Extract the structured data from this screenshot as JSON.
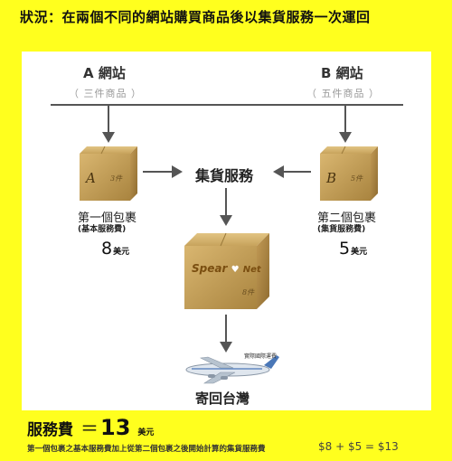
{
  "headline": "狀況：在兩個不同的網站購買商品後以集貨服務一次運回",
  "site_a": {
    "name": "A 網站",
    "sub": "（ 三件商品 ）",
    "box_letter": "A",
    "box_count": "3件"
  },
  "site_b": {
    "name": "B 網站",
    "sub": "（ 五件商品 ）",
    "box_letter": "B",
    "box_count": "5件"
  },
  "center": {
    "label": "集貨服務",
    "box_brand": "Spear",
    "box_brand2": "Net",
    "box_count": "8件"
  },
  "package_1": {
    "label": "第一個包裹",
    "sub": "(基本服務費)",
    "price": "8",
    "unit": "美元"
  },
  "package_2": {
    "label": "第二個包裹",
    "sub": "(集貨服務費)",
    "price": "5",
    "unit": "美元"
  },
  "shipping": {
    "tag": "實際國際運費",
    "destination": "寄回台灣"
  },
  "fee": {
    "label": "服務費",
    "eq": "＝",
    "value": "13",
    "unit": "美元"
  },
  "explain": "第一個包裹之基本服務費加上從第二個包裹之後開始計算的集貨服務費",
  "formula": "$8 + $5 = $13",
  "colors": {
    "background": "#ffff1e",
    "panel": "#ffffff",
    "arrow": "#555555",
    "box": "#c9a35c",
    "box_dark": "#a9843f"
  }
}
